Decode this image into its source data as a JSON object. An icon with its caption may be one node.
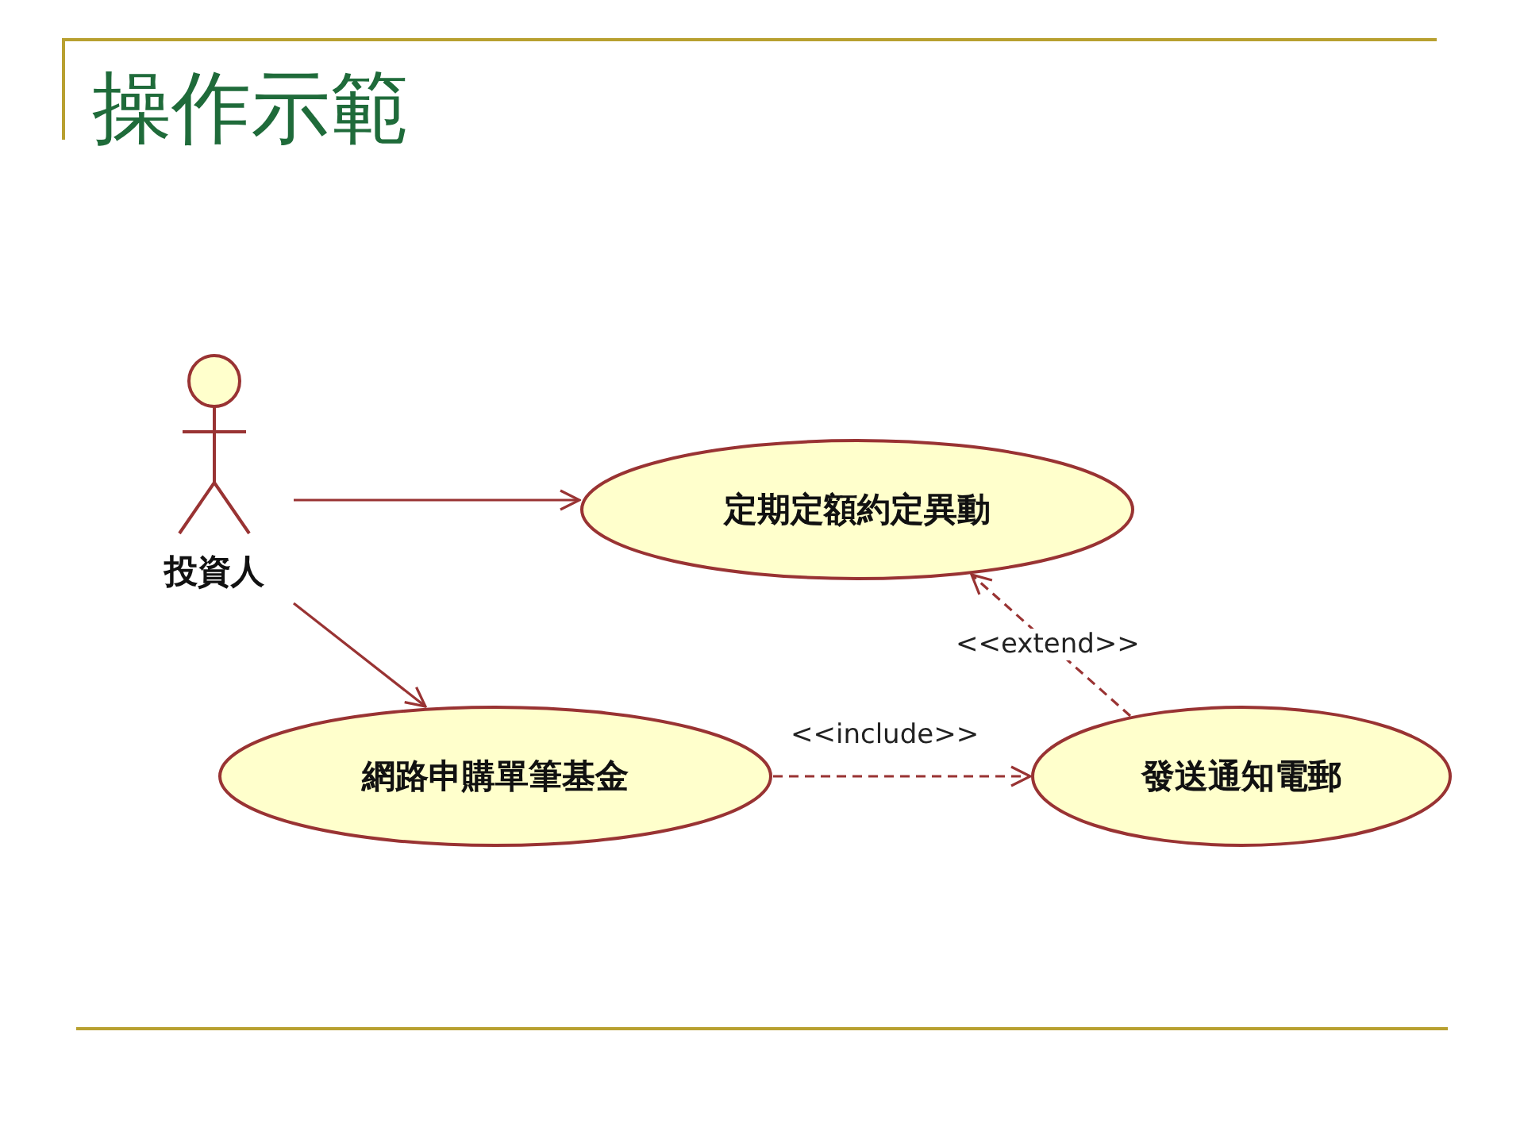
{
  "diagram": {
    "title": "操作示範",
    "nodes": [
      {
        "text": [
          "投資人"
        ]
      },
      {
        "text": [
          "定期定額約定異動"
        ]
      },
      {
        "text": [
          "網路申購單筆基金"
        ]
      },
      {
        "text": [
          "發送通知電郵"
        ]
      }
    ],
    "edges": [
      {
        "from": 0,
        "to": 1,
        "arrow": "to"
      },
      {
        "from": 0,
        "to": 2,
        "arrow": "to"
      },
      {
        "from": 2,
        "to": 3,
        "arrow": "to",
        "style": "dashed",
        "label": "<<include>>"
      },
      {
        "from": 3,
        "to": 1,
        "arrow": "to",
        "style": "dashed",
        "label": "<<extend>>"
      }
    ]
  }
}
